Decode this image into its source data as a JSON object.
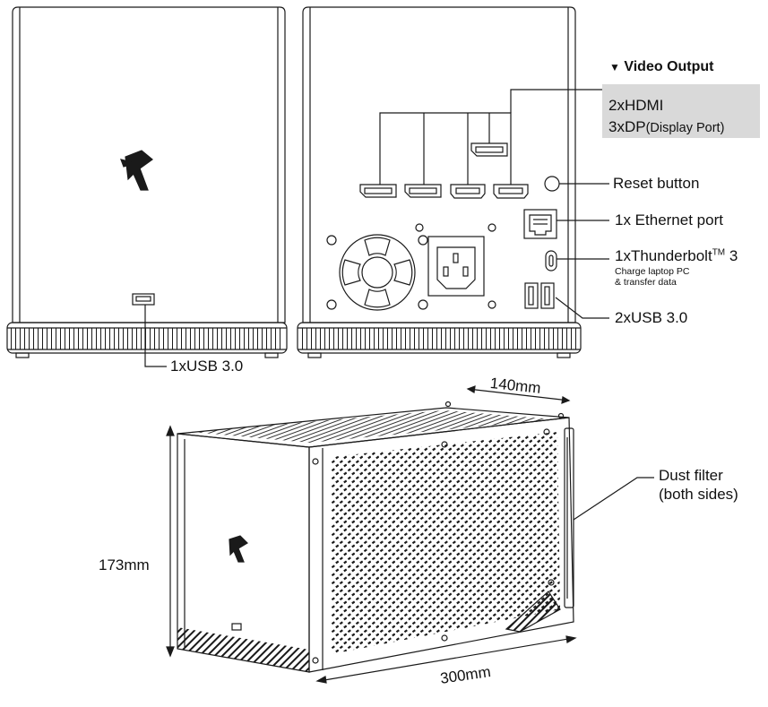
{
  "video_output": {
    "heading_arrow": "▼",
    "heading": "Video Output",
    "line1": "2xHDMI",
    "line2_a": "3xDP",
    "line2_b": "(Display Port)"
  },
  "labels": {
    "reset_button": "Reset button",
    "ethernet": "1x Ethernet port",
    "thunderbolt_a": "1xThunderbolt",
    "thunderbolt_tm": "TM",
    "thunderbolt_b": " 3",
    "thunderbolt_note1": "Charge laptop PC",
    "thunderbolt_note2": "& transfer data",
    "usb_rear": "2xUSB 3.0",
    "usb_front": "1xUSB 3.0",
    "dust_filter1": "Dust filter",
    "dust_filter2": "(both sides)"
  },
  "dimensions": {
    "depth": "140mm",
    "height": "173mm",
    "length": "300mm"
  },
  "colors": {
    "line": "#1a1a1a",
    "box": "#d9d9d9"
  }
}
